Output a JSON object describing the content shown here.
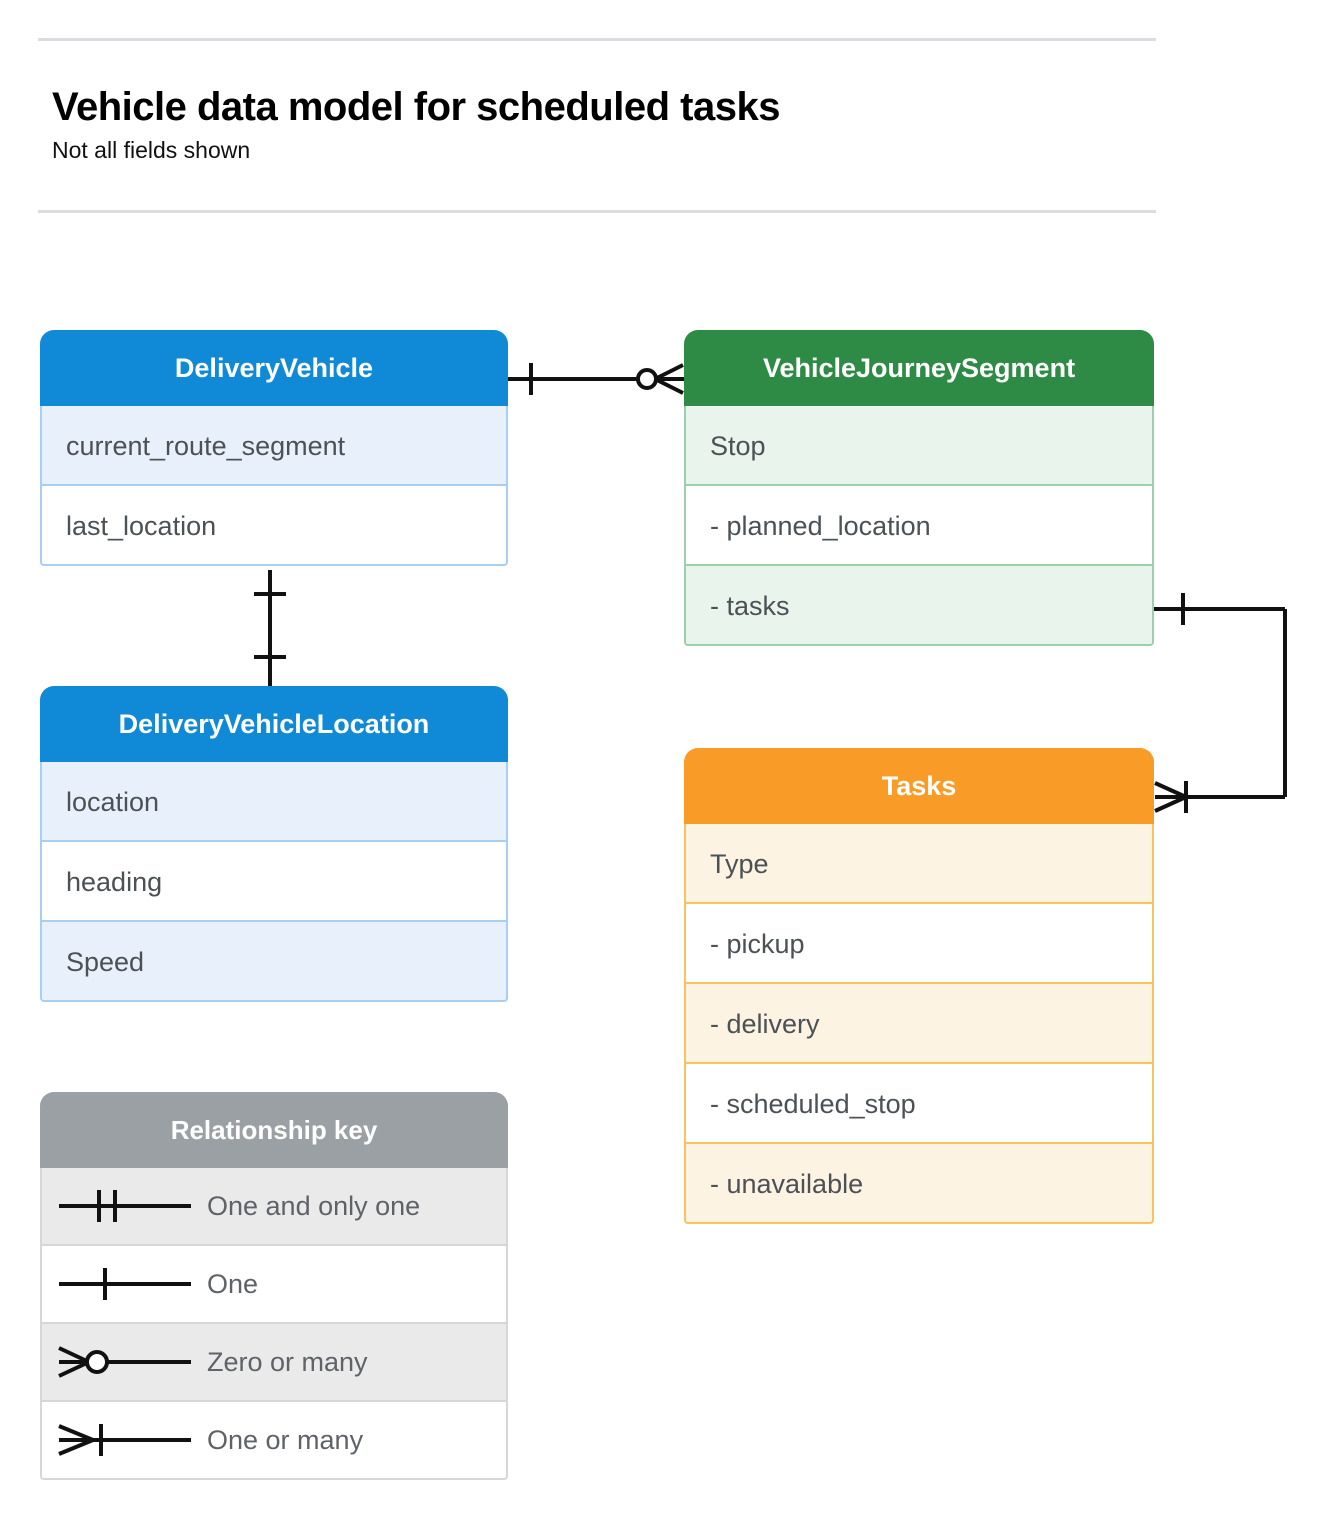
{
  "header": {
    "title": "Vehicle data model for scheduled tasks",
    "subtitle": "Not all fields shown"
  },
  "colors": {
    "blue_header": "#1089d6",
    "blue_row": "#e8f1fb",
    "blue_border": "#a7d0f0",
    "green_header": "#2e8b45",
    "green_row": "#e9f4ec",
    "green_border": "#9ccfab",
    "orange_header": "#f89c27",
    "orange_row": "#fdf3e2",
    "orange_border": "#f9c45f",
    "gray_header": "#9aa0a3",
    "gray_row": "#eaeaea",
    "rule": "#dadce0",
    "text": "#4c5155",
    "connector": "#1a1a1a"
  },
  "entities": [
    {
      "id": "delivery-vehicle",
      "name": "DeliveryVehicle",
      "theme": "blue",
      "fields": [
        {
          "label": "current_route_segment",
          "shaded": true
        },
        {
          "label": "last_location",
          "shaded": false
        }
      ]
    },
    {
      "id": "journey-segment",
      "name": "VehicleJourneySegment",
      "theme": "green",
      "fields": [
        {
          "label": "Stop",
          "shaded": true
        },
        {
          "label": "-  planned_location",
          "shaded": false
        },
        {
          "label": "- tasks",
          "shaded": true
        }
      ]
    },
    {
      "id": "vehicle-location",
      "name": "DeliveryVehicleLocation",
      "theme": "blue",
      "fields": [
        {
          "label": "location",
          "shaded": true
        },
        {
          "label": "heading",
          "shaded": false
        },
        {
          "label": "Speed",
          "shaded": true
        }
      ]
    },
    {
      "id": "tasks",
      "name": "Tasks",
      "theme": "orange",
      "fields": [
        {
          "label": "Type",
          "shaded": true
        },
        {
          "label": "-  pickup",
          "shaded": false
        },
        {
          "label": "-  delivery",
          "shaded": true
        },
        {
          "label": "-  scheduled_stop",
          "shaded": false
        },
        {
          "label": "-  unavailable",
          "shaded": true
        }
      ]
    }
  ],
  "legend": {
    "title": "Relationship key",
    "rows": [
      {
        "glyph": "one-and-only-one-icon",
        "label": "One and only one",
        "shaded": true
      },
      {
        "glyph": "one-icon",
        "label": "One",
        "shaded": false
      },
      {
        "glyph": "zero-or-many-icon",
        "label": "Zero or many",
        "shaded": true
      },
      {
        "glyph": "one-or-many-icon",
        "label": "One or many",
        "shaded": false
      }
    ]
  },
  "relationships": [
    {
      "id": "vehicle-to-journey-segment",
      "from": "DeliveryVehicle",
      "from_cardinality": "One",
      "to": "VehicleJourneySegment",
      "to_cardinality": "Zero or many"
    },
    {
      "id": "vehicle-to-vehicle-location",
      "from": "DeliveryVehicle",
      "from_cardinality": "One",
      "to": "DeliveryVehicleLocation",
      "to_cardinality": "One"
    },
    {
      "id": "journey-segment-tasks-to-tasks",
      "from": "VehicleJourneySegment.tasks",
      "from_cardinality": "One",
      "to": "Tasks",
      "to_cardinality": "One or many"
    }
  ]
}
